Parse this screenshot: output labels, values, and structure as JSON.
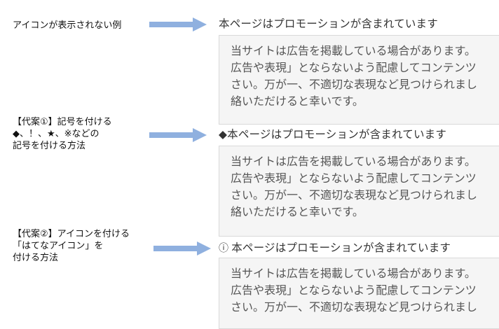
{
  "sections": [
    {
      "label": "アイコンが表示されない例",
      "heading_prefix": "",
      "heading": "本ページはプロモーションが含まれています",
      "body": "当サイトは広告を掲載している場合があります。\n広告や表現」とならないよう配慮してコンテンツ\nさい。万が一、不適切な表現など見つけられまし\n絡いただけると幸いです。"
    },
    {
      "label": "【代案①】記号を付ける\n◆、！、★、※などの\n記号を付ける方法",
      "heading_prefix": "◆",
      "heading": "本ページはプロモーションが含まれています",
      "body": "当サイトは広告を掲載している場合があります。\n広告や表現」とならないよう配慮してコンテンツ\nさい。万が一、不適切な表現など見つけられまし\n絡いただけると幸いです。"
    },
    {
      "label": "【代案②】アイコンを付ける\n「はてなアイコン」を\n付ける方法",
      "heading_prefix": "ⓘ",
      "heading": "本ページはプロモーションが含まれています",
      "body": "当サイトは広告を掲載している場合があります。\n広告や表現」とならないよう配慮してコンテンツ\nさい。万が一、不適切な表現など見つけられまし"
    }
  ],
  "colors": {
    "arrow": "#8fb0df",
    "box_bg": "#f5f5f5",
    "box_border": "#d9d9d9"
  }
}
